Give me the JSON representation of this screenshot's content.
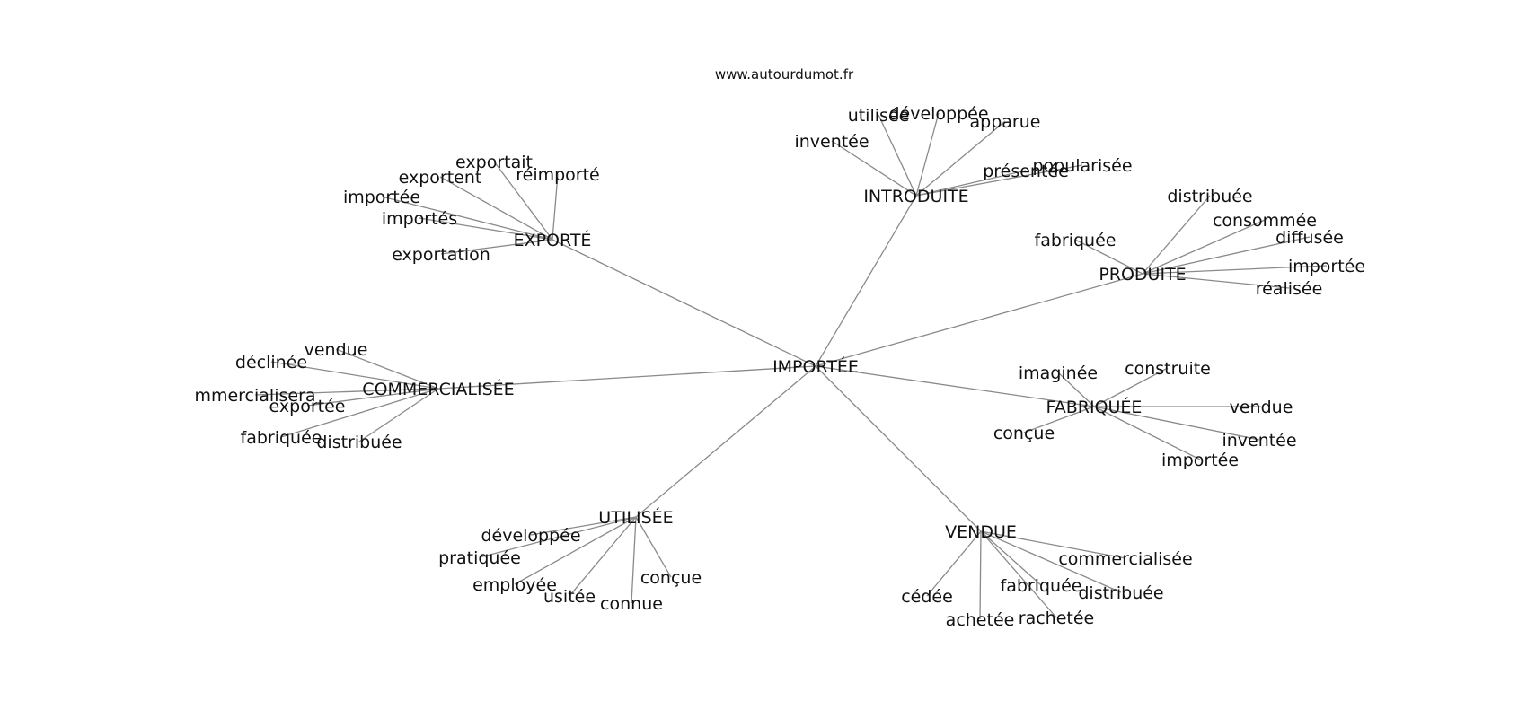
{
  "source": "www.autourdumot.fr",
  "center": "IMPORTÉE",
  "clusters": [
    {
      "label": "EXPORTÉ",
      "words": [
        "exportait",
        "réimporté",
        "exportent",
        "importée",
        "importés",
        "exportation"
      ]
    },
    {
      "label": "INTRODUITE",
      "words": [
        "utilisée",
        "développée",
        "apparue",
        "inventée",
        "popularisée",
        "présentée"
      ]
    },
    {
      "label": "PRODUITE",
      "words": [
        "distribuée",
        "consommée",
        "fabriquée",
        "diffusée",
        "importée",
        "réalisée"
      ]
    },
    {
      "label": "COMMERCIALISÉE",
      "words": [
        "vendue",
        "déclinée",
        "mmercialisera",
        "exportée",
        "fabriquée",
        "distribuée"
      ]
    },
    {
      "label": "FABRIQUÉE",
      "words": [
        "imaginée",
        "construite",
        "vendue",
        "conçue",
        "inventée",
        "importée"
      ]
    },
    {
      "label": "UTILISÉE",
      "words": [
        "développée",
        "pratiquée",
        "employée",
        "usitée",
        "connue",
        "conçue"
      ]
    },
    {
      "label": "VENDUE",
      "words": [
        "commercialisée",
        "fabriquée",
        "distribuée",
        "cédée",
        "achetée",
        "rachetée"
      ]
    }
  ]
}
